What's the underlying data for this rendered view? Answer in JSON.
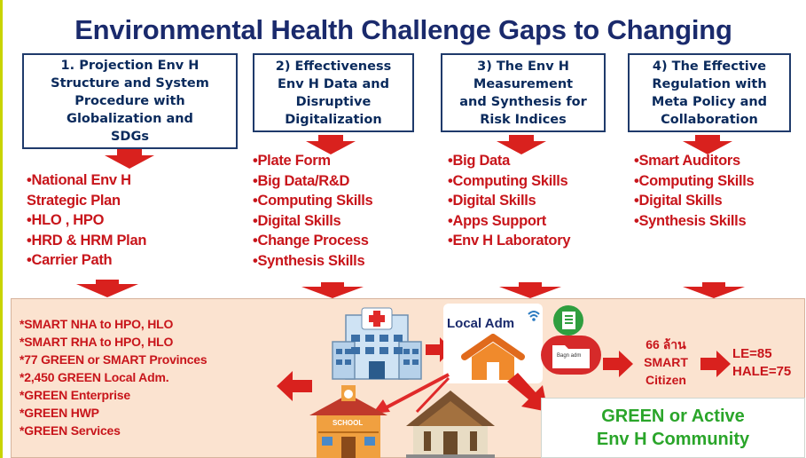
{
  "title": "Environmental Health Challenge Gaps to Changing",
  "colors": {
    "navy": "#1a2a6c",
    "red": "#c8151b",
    "green": "#2aa52a",
    "panel": "#fbe3d0"
  },
  "columns": [
    {
      "heading_lines": [
        "1. Projection Env H",
        "Structure and System",
        "Procedure with",
        "Globalization and",
        "SDGs"
      ],
      "items": [
        "•National Env H",
        "Strategic Plan",
        "•HLO , HPO",
        "•HRD & HRM Plan",
        "•Carrier Path"
      ]
    },
    {
      "heading_lines": [
        "2) Effectiveness",
        "Env H Data and",
        "Disruptive",
        "Digitalization"
      ],
      "items": [
        "•Plate Form",
        "•Big Data/R&D",
        "•Computing Skills",
        "•Digital Skills",
        "•Change Process",
        "•Synthesis Skills"
      ]
    },
    {
      "heading_lines": [
        "3) The Env H",
        "Measurement",
        "and Synthesis for",
        "Risk Indices"
      ],
      "items": [
        "•Big Data",
        "•Computing Skills",
        "•Digital Skills",
        "•Apps Support",
        "•Env H Laboratory"
      ]
    },
    {
      "heading_lines": [
        "4) The Effective",
        "Regulation with",
        "Meta Policy and",
        "Collaboration"
      ],
      "items": [
        "•Smart Auditors",
        "•Computing Skills",
        "•Digital Skills",
        "•Synthesis Skills"
      ]
    }
  ],
  "bottom": {
    "smart_list": [
      "*SMART NHA to HPO, HLO",
      "*SMART RHA to HPO, HLO",
      "*77 GREEN or SMART Provinces",
      "*2,450 GREEN Local Adm.",
      "*GREEN Enterprise",
      "*GREEN HWP",
      "*GREEN Services"
    ],
    "local_adm_label": "Local Adm",
    "school_label": "SCHOOL",
    "folder_label": "Bagn adm",
    "citizen_lines": [
      "66 ล้าน",
      "SMART",
      "Citizen"
    ],
    "outcome_lines": [
      "LE=85",
      "HALE=75"
    ],
    "green_lines": [
      "GREEN or Active",
      "Env H Community"
    ]
  }
}
